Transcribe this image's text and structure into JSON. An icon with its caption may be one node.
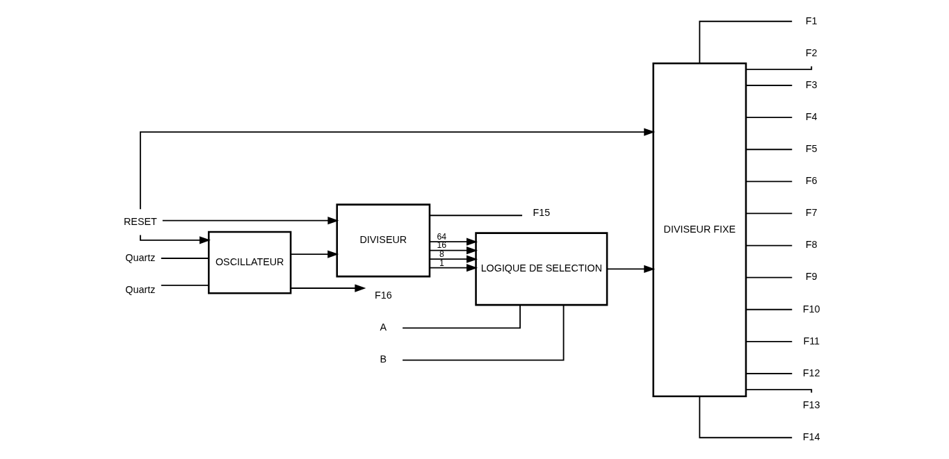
{
  "diagram": {
    "nodes": [
      {
        "text": [
          "A"
        ]
      },
      {
        "text": [
          "B"
        ]
      },
      {
        "text": [
          "Quartz"
        ]
      },
      {
        "text": [
          "Quartz"
        ]
      },
      {
        "text": [
          "RESET"
        ]
      },
      {
        "text": [
          "OSCILLATEUR"
        ]
      },
      {
        "text": [
          "DIVISEUR"
        ]
      },
      {
        "text": [
          "LOGIQUE DE SELECTION"
        ]
      },
      {
        "text": [
          "DIVISEUR FIXE"
        ]
      },
      {
        "text": [
          "F1"
        ]
      },
      {
        "text": [
          "F2"
        ]
      },
      {
        "text": [
          "F3"
        ]
      },
      {
        "text": [
          "F4"
        ]
      },
      {
        "text": [
          "F5"
        ]
      },
      {
        "text": [
          "F6"
        ]
      },
      {
        "text": [
          "F7"
        ]
      },
      {
        "text": [
          "F8"
        ]
      },
      {
        "text": [
          "F9"
        ]
      },
      {
        "text": [
          "F10"
        ]
      },
      {
        "text": [
          "F11"
        ]
      },
      {
        "text": [
          "F12"
        ]
      },
      {
        "text": [
          "F13"
        ]
      },
      {
        "text": [
          "F14"
        ]
      },
      {
        "text": [
          "F15"
        ]
      },
      {
        "text": [
          "F16"
        ]
      }
    ],
    "edges": [
      {
        "from": 0,
        "to": 7,
        "arrow": "none"
      },
      {
        "from": 1,
        "to": 7,
        "arrow": "none"
      },
      {
        "from": 2,
        "to": 5,
        "arrow": "none"
      },
      {
        "from": 3,
        "to": 5,
        "arrow": "none"
      },
      {
        "from": 4,
        "to": 5,
        "arrow": "to"
      },
      {
        "from": 4,
        "to": 6,
        "arrow": "to"
      },
      {
        "from": 4,
        "to": 8,
        "arrow": "to"
      },
      {
        "from": 5,
        "to": 6,
        "arrow": "to"
      },
      {
        "from": 5,
        "to": 24,
        "arrow": "to"
      },
      {
        "from": 6,
        "to": 7,
        "arrow": "to",
        "label": "1"
      },
      {
        "from": 6,
        "to": 7,
        "arrow": "to",
        "label": "8"
      },
      {
        "from": 6,
        "to": 7,
        "arrow": "to",
        "label": "16"
      },
      {
        "from": 6,
        "to": 7,
        "arrow": "to",
        "label": "64"
      },
      {
        "from": 6,
        "to": 23,
        "arrow": "none"
      },
      {
        "from": 7,
        "to": 8,
        "arrow": "to"
      },
      {
        "from": 8,
        "to": 9,
        "arrow": "none"
      },
      {
        "from": 8,
        "to": 10,
        "arrow": "none"
      },
      {
        "from": 8,
        "to": 11,
        "arrow": "none"
      },
      {
        "from": 8,
        "to": 12,
        "arrow": "none"
      },
      {
        "from": 8,
        "to": 13,
        "arrow": "none"
      },
      {
        "from": 8,
        "to": 14,
        "arrow": "none"
      },
      {
        "from": 8,
        "to": 15,
        "arrow": "none"
      },
      {
        "from": 8,
        "to": 16,
        "arrow": "none"
      },
      {
        "from": 8,
        "to": 17,
        "arrow": "none"
      },
      {
        "from": 8,
        "to": 18,
        "arrow": "none"
      },
      {
        "from": 8,
        "to": 19,
        "arrow": "none"
      },
      {
        "from": 8,
        "to": 20,
        "arrow": "none"
      },
      {
        "from": 8,
        "to": 21,
        "arrow": "none"
      },
      {
        "from": 8,
        "to": 22,
        "arrow": "none"
      }
    ]
  }
}
